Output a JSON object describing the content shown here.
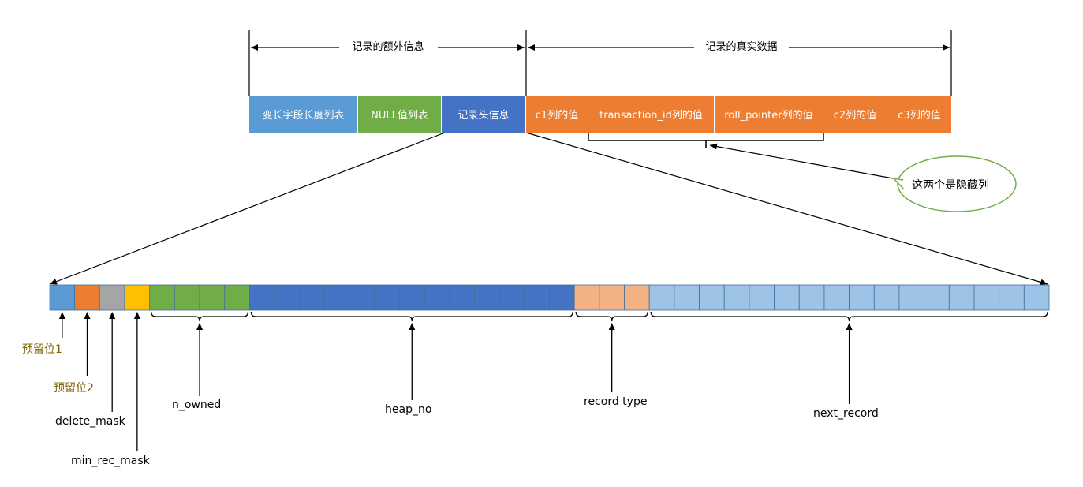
{
  "record": {
    "extra_info_label": "记录的额外信息",
    "real_data_label": "记录的真实数据",
    "fields": {
      "var_len": "变长字段长度列表",
      "null_list": "NULL值列表",
      "header": "记录头信息",
      "c1": "c1列的值",
      "trx_id": "transaction_id列的值",
      "roll_ptr": "roll_pointer列的值",
      "c2": "c2列的值",
      "c3": "c3列的值"
    }
  },
  "callout": {
    "text": "这两个是隐藏列"
  },
  "header_bits": {
    "reserved1": "预留位1",
    "reserved2": "预留位2",
    "delete_mask": "delete_mask",
    "min_rec_mask": "min_rec_mask",
    "n_owned": "n_owned",
    "heap_no": "heap_no",
    "record_type": "record type",
    "next_record": "next_record",
    "bit_counts": {
      "reserved1": 1,
      "reserved2": 1,
      "delete_mask": 1,
      "min_rec_mask": 1,
      "n_owned": 4,
      "heap_no": 13,
      "record_type": 3,
      "next_record": 16
    }
  },
  "colors": {
    "blue_light": "#5b9bd5",
    "green": "#70ad47",
    "blue_dark": "#4472c4",
    "orange": "#ed7d31",
    "gray": "#a5a5a5",
    "gold": "#ffc000",
    "salmon": "#f4b183",
    "pale_blue": "#9dc3e6",
    "label_brown": "#7f6000"
  }
}
